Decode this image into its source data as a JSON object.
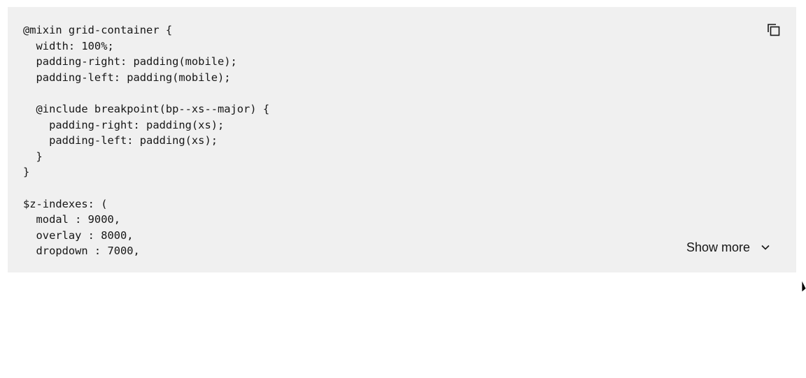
{
  "code_snippet": {
    "lines": [
      "@mixin grid-container {",
      "  width: 100%;",
      "  padding-right: padding(mobile);",
      "  padding-left: padding(mobile);",
      "",
      "  @include breakpoint(bp--xs--major) {",
      "    padding-right: padding(xs);",
      "    padding-left: padding(xs);",
      "  }",
      "}",
      "",
      "$z-indexes: (",
      "  modal : 9000,",
      "  overlay : 8000,",
      "  dropdown : 7000,"
    ],
    "copy_icon": "copy-icon",
    "show_more_label": "Show more",
    "show_more_icon": "chevron-down-icon",
    "background": "#f0f0f0",
    "text_color": "#161616"
  }
}
